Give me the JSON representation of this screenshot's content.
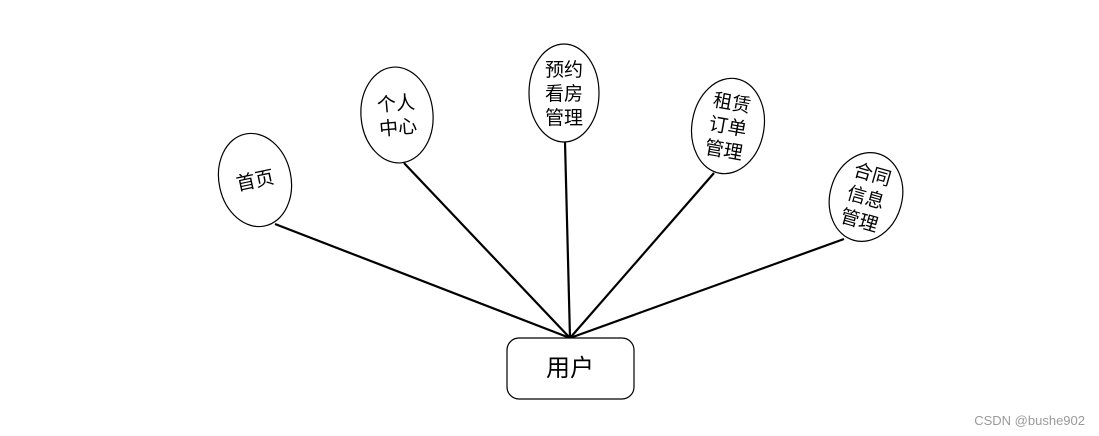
{
  "diagram": {
    "root": {
      "label": "用户"
    },
    "children": [
      {
        "id": "home",
        "lines": [
          "首页"
        ]
      },
      {
        "id": "personal-center",
        "lines": [
          "个人",
          "中心"
        ]
      },
      {
        "id": "viewing-appointment",
        "lines": [
          "预约",
          "看房",
          "管理"
        ]
      },
      {
        "id": "rental-order",
        "lines": [
          "租赁",
          "订单",
          "管理"
        ]
      },
      {
        "id": "contract-info",
        "lines": [
          "合同",
          "信息",
          "管理"
        ]
      }
    ]
  },
  "watermark": "CSDN @bushe902"
}
